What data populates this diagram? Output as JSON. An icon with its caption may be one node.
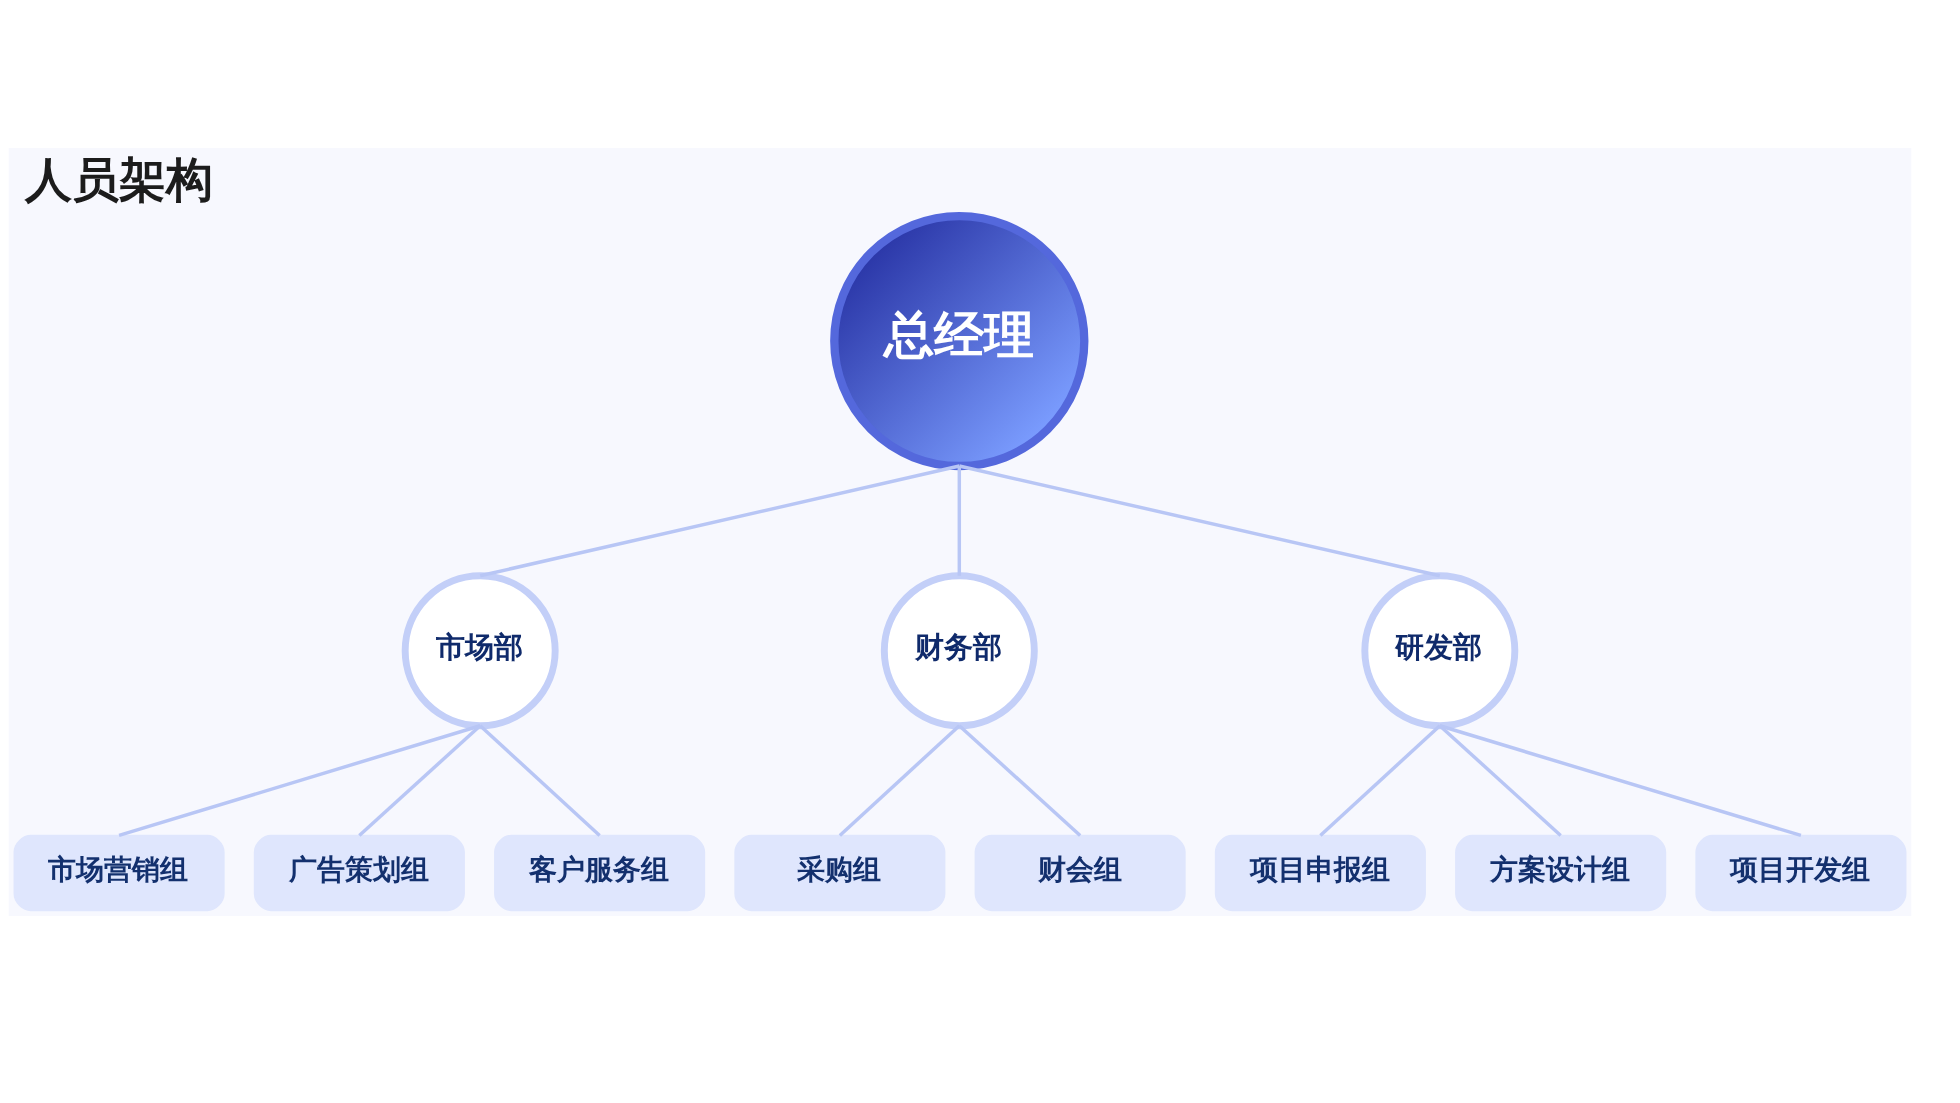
{
  "diagram": {
    "title": "人员架构",
    "nodes": [
      {
        "text": [
          "总经理"
        ]
      },
      {
        "text": [
          "市场部"
        ]
      },
      {
        "text": [
          "财务部"
        ]
      },
      {
        "text": [
          "研发部"
        ]
      },
      {
        "text": [
          "市场营销组"
        ]
      },
      {
        "text": [
          "广告策划组"
        ]
      },
      {
        "text": [
          "客户服务组"
        ]
      },
      {
        "text": [
          "采购组"
        ]
      },
      {
        "text": [
          "财会组"
        ]
      },
      {
        "text": [
          "项目申报组"
        ]
      },
      {
        "text": [
          "方案设计组"
        ]
      },
      {
        "text": [
          "项目开发组"
        ]
      }
    ],
    "edges": [
      {
        "from": 0,
        "to": 1,
        "arrow": "none"
      },
      {
        "from": 0,
        "to": 2,
        "arrow": "none"
      },
      {
        "from": 0,
        "to": 3,
        "arrow": "none"
      },
      {
        "from": 1,
        "to": 4,
        "arrow": "none"
      },
      {
        "from": 1,
        "to": 5,
        "arrow": "none"
      },
      {
        "from": 1,
        "to": 6,
        "arrow": "none"
      },
      {
        "from": 2,
        "to": 7,
        "arrow": "none"
      },
      {
        "from": 2,
        "to": 8,
        "arrow": "none"
      },
      {
        "from": 3,
        "to": 9,
        "arrow": "none"
      },
      {
        "from": 3,
        "to": 10,
        "arrow": "none"
      },
      {
        "from": 3,
        "to": 11,
        "arrow": "none"
      }
    ]
  }
}
